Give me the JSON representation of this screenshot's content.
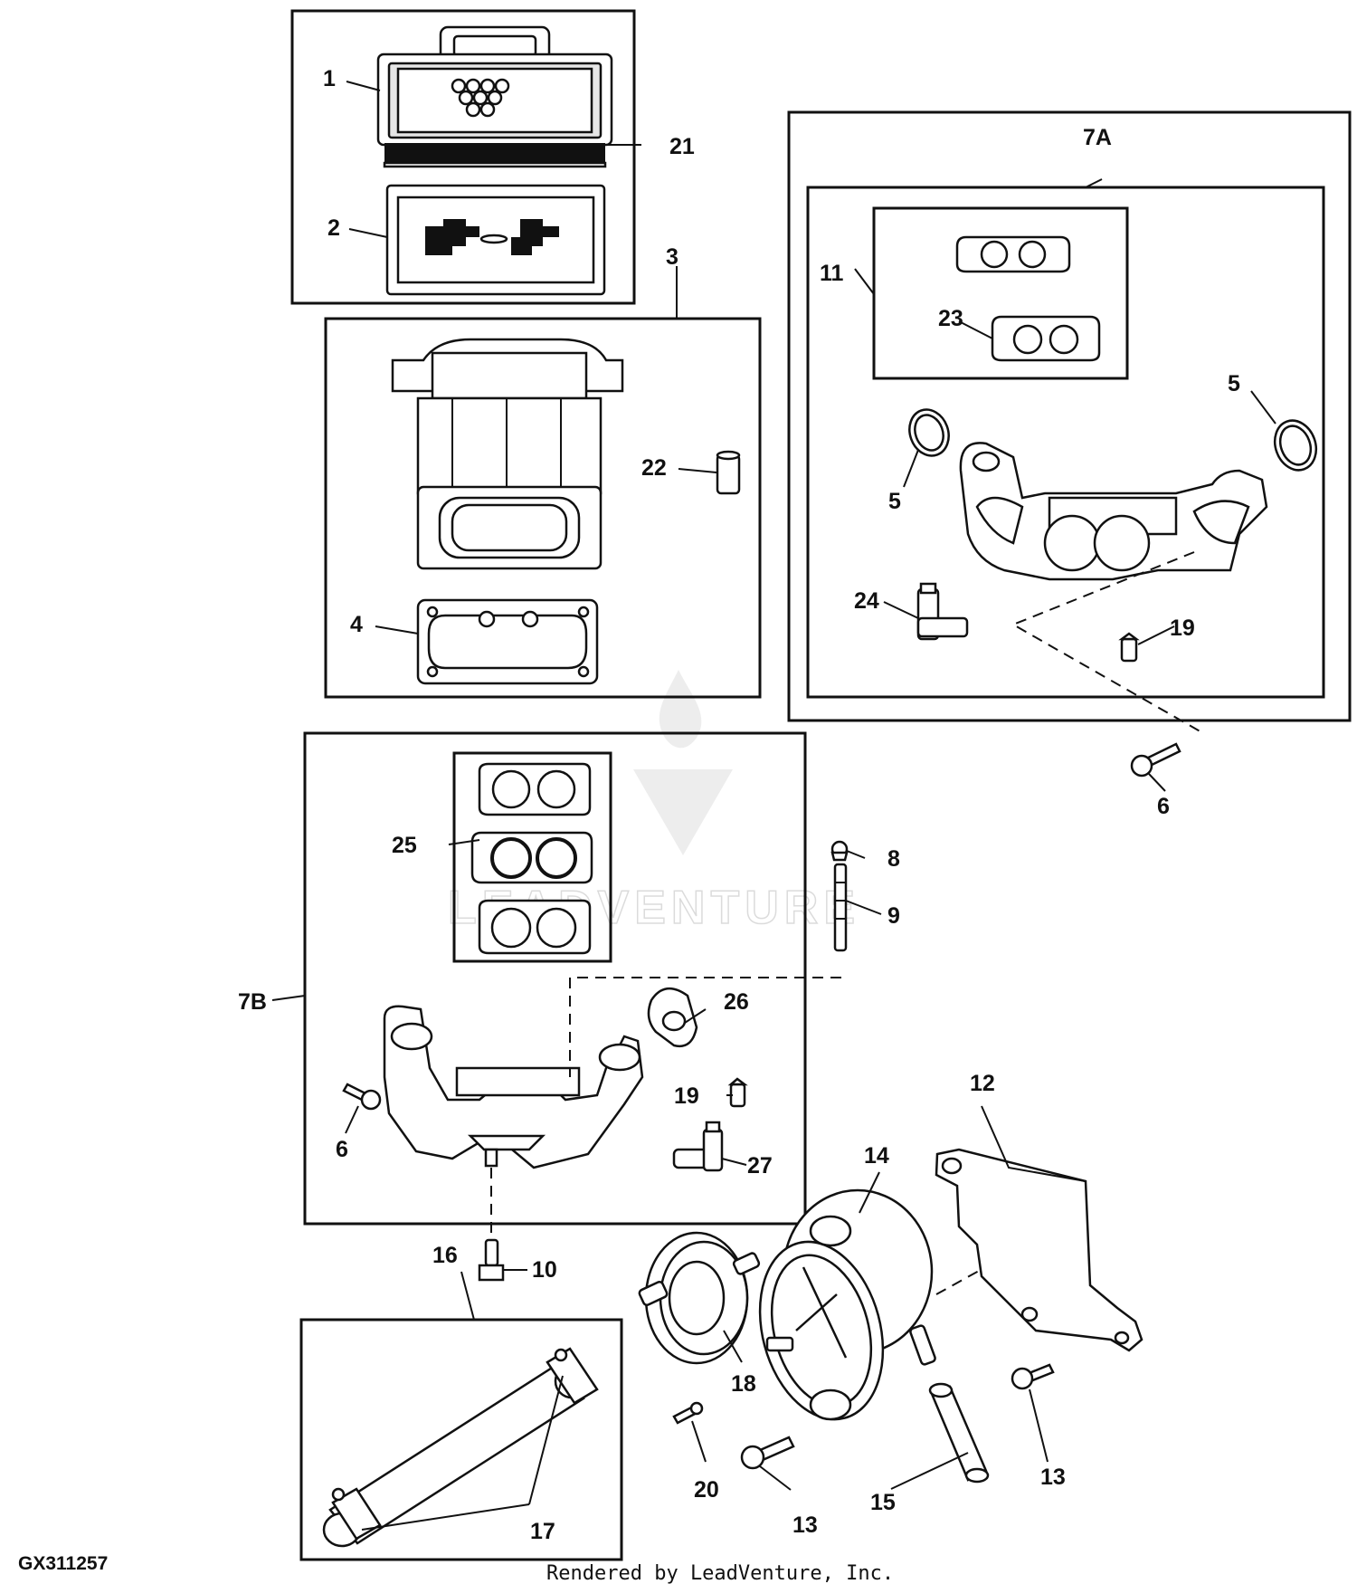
{
  "figure_id": "GX311257",
  "footer": "Rendered by LeadVenture, Inc.",
  "watermark": "LEADVENTURE",
  "callouts": {
    "c1": "1",
    "c2": "2",
    "c3": "3",
    "c4": "4",
    "c5a": "5",
    "c5b": "5",
    "c6a": "6",
    "c6b": "6",
    "c7a": "7A",
    "c7b": "7B",
    "c8": "8",
    "c9": "9",
    "c10": "10",
    "c11": "11",
    "c12": "12",
    "c13a": "13",
    "c13b": "13",
    "c14": "14",
    "c15": "15",
    "c16": "16",
    "c17": "17",
    "c18": "18",
    "c19a": "19",
    "c19b": "19",
    "c20": "20",
    "c21": "21",
    "c22": "22",
    "c23": "23",
    "c24": "24",
    "c25": "25",
    "c26": "26",
    "c27": "27"
  }
}
